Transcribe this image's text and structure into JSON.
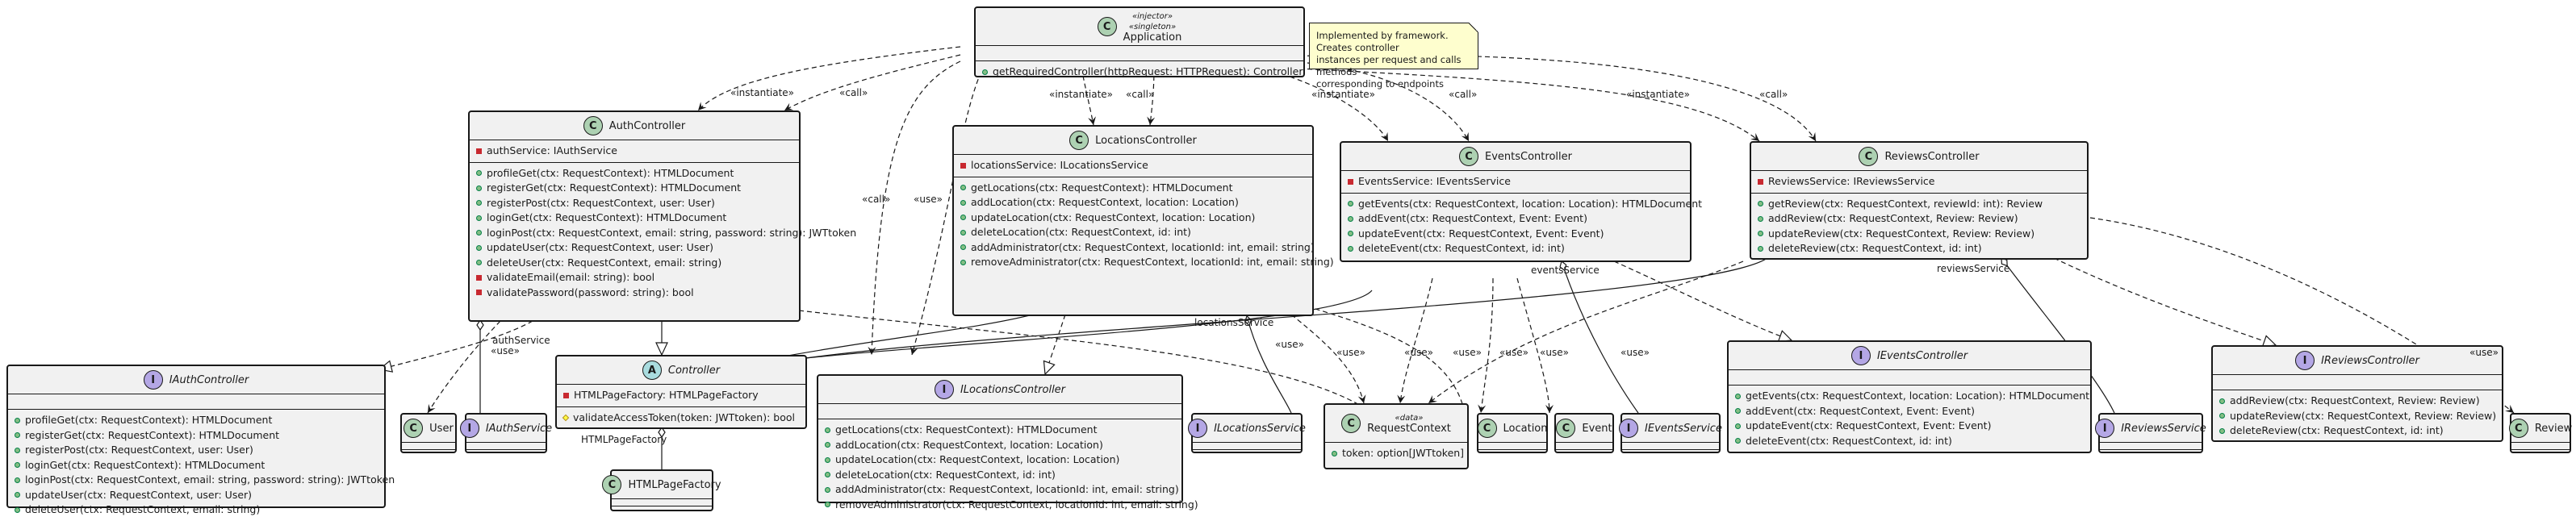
{
  "note": {
    "lines": [
      "Implemented by framework. Creates controller",
      "instances per request and calls methods",
      "corresponding to endpoints"
    ]
  },
  "classes": {
    "application": {
      "stereotypes": [
        "«injector»",
        "«singleton»"
      ],
      "name": "Application",
      "methods": [
        "getRequiredController(httpRequest: HTTPRequest): Controller"
      ]
    },
    "auth_controller": {
      "name": "AuthController",
      "fields": [
        "authService: IAuthService"
      ],
      "methods": [
        {
          "vis": "pub",
          "text": "profileGet(ctx: RequestContext): HTMLDocument"
        },
        {
          "vis": "pub",
          "text": "registerGet(ctx: RequestContext): HTMLDocument"
        },
        {
          "vis": "pub",
          "text": "registerPost(ctx: RequestContext, user: User)"
        },
        {
          "vis": "pub",
          "text": "loginGet(ctx: RequestContext): HTMLDocument"
        },
        {
          "vis": "pub",
          "text": "loginPost(ctx: RequestContext, email: string, password: string): JWTtoken"
        },
        {
          "vis": "pub",
          "text": "updateUser(ctx: RequestContext, user: User)"
        },
        {
          "vis": "pub",
          "text": "deleteUser(ctx: RequestContext, email: string)"
        },
        {
          "vis": "priv",
          "text": "validateEmail(email: string): bool"
        },
        {
          "vis": "priv",
          "text": "validatePassword(password: string): bool"
        }
      ]
    },
    "locations_controller": {
      "name": "LocationsController",
      "fields": [
        "locationsService: ILocationsService"
      ],
      "methods": [
        "getLocations(ctx: RequestContext): HTMLDocument",
        "addLocation(ctx: RequestContext, location: Location)",
        "updateLocation(ctx: RequestContext, location: Location)",
        "deleteLocation(ctx: RequestContext, id: int)",
        "addAdministrator(ctx: RequestContext, locationId: int, email: string)",
        "removeAdministrator(ctx: RequestContext, locationId: int, email: string)"
      ]
    },
    "events_controller": {
      "name": "EventsController",
      "fields": [
        "EventsService: IEventsService"
      ],
      "methods": [
        "getEvents(ctx: RequestContext, location: Location): HTMLDocument",
        "addEvent(ctx: RequestContext, Event: Event)",
        "updateEvent(ctx: RequestContext, Event: Event)",
        "deleteEvent(ctx: RequestContext, id: int)"
      ]
    },
    "reviews_controller": {
      "name": "ReviewsController",
      "fields": [
        "ReviewsService: IReviewsService"
      ],
      "methods": [
        "getReview(ctx: RequestContext, reviewId: int): Review",
        "addReview(ctx: RequestContext, Review: Review)",
        "updateReview(ctx: RequestContext, Review: Review)",
        "deleteReview(ctx: RequestContext, id: int)"
      ]
    },
    "iauth_controller": {
      "name": "IAuthController",
      "methods": [
        "profileGet(ctx: RequestContext): HTMLDocument",
        "registerGet(ctx: RequestContext): HTMLDocument",
        "registerPost(ctx: RequestContext, user: User)",
        "loginGet(ctx: RequestContext): HTMLDocument",
        "loginPost(ctx: RequestContext, email: string, password: string): JWTtoken",
        "updateUser(ctx: RequestContext, user: User)",
        "deleteUser(ctx: RequestContext, email: string)"
      ]
    },
    "user": {
      "name": "User"
    },
    "iauth_service": {
      "name": "IAuthService"
    },
    "controller": {
      "name": "Controller",
      "fields": [
        "HTMLPageFactory: HTMLPageFactory"
      ],
      "methods": [
        "validateAccessToken(token: JWTtoken): bool"
      ]
    },
    "html_page_factory": {
      "name": "HTMLPageFactory"
    },
    "ilocations_controller": {
      "name": "ILocationsController",
      "methods": [
        "getLocations(ctx: RequestContext): HTMLDocument",
        "addLocation(ctx: RequestContext, location: Location)",
        "updateLocation(ctx: RequestContext, location: Location)",
        "deleteLocation(ctx: RequestContext, id: int)",
        "addAdministrator(ctx: RequestContext, locationId: int, email: string)",
        "removeAdministrator(ctx: RequestContext, locationId: int, email: string)"
      ]
    },
    "ilocations_service": {
      "name": "ILocationsService"
    },
    "request_context": {
      "stereotype": "«data»",
      "name": "RequestContext",
      "fields": [
        "token: option[JWTtoken]"
      ]
    },
    "location": {
      "name": "Location"
    },
    "event": {
      "name": "Event"
    },
    "ievents_service": {
      "name": "IEventsService"
    },
    "ievents_controller": {
      "name": "IEventsController",
      "methods": [
        "getEvents(ctx: RequestContext, location: Location): HTMLDocument",
        "addEvent(ctx: RequestContext, Event: Event)",
        "updateEvent(ctx: RequestContext, Event: Event)",
        "deleteEvent(ctx: RequestContext, id: int)"
      ]
    },
    "ireviews_service": {
      "name": "IReviewsService"
    },
    "ireviews_controller": {
      "name": "IReviewsController",
      "methods": [
        "addReview(ctx: RequestContext, Review: Review)",
        "updateReview(ctx: RequestContext, Review: Review)",
        "deleteReview(ctx: RequestContext, id: int)"
      ]
    },
    "review": {
      "name": "Review"
    }
  },
  "labels": {
    "instantiate": "«instantiate»",
    "call": "«call»",
    "use": "«use»",
    "auth_service": "authService",
    "locations_service": "locationsService",
    "events_service": "eventsService",
    "reviews_service": "reviewsService",
    "html_page_factory": "HTMLPageFactory"
  },
  "colors": {
    "class_badge": "#add1b2",
    "interface_badge": "#b4a7e5",
    "abstract_badge": "#a9dcdf",
    "note_bg": "#fefece",
    "box_bg": "#f1f1f1"
  }
}
